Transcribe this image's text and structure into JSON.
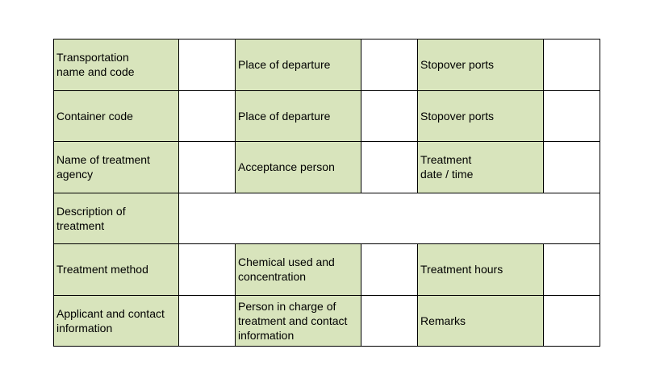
{
  "colors": {
    "label_bg": "#d8e4bc",
    "value_bg": "#ffffff",
    "border": "#000000"
  },
  "rows": [
    {
      "labels": [
        "Transportation\nname and code",
        "Place of departure",
        "Stopover ports"
      ]
    },
    {
      "labels": [
        "Container code",
        "Place of departure",
        "Stopover ports"
      ]
    },
    {
      "labels": [
        "Name of treatment\nagency",
        "Acceptance person",
        "Treatment\ndate / time"
      ]
    },
    {
      "labels": [
        "Description of\ntreatment"
      ]
    },
    {
      "labels": [
        "Treatment method",
        "Chemical used and\nconcentration",
        "Treatment hours"
      ]
    },
    {
      "labels": [
        "Applicant and contact\ninformation",
        "Person in charge of\ntreatment and contact\ninformation",
        "Remarks"
      ]
    }
  ]
}
